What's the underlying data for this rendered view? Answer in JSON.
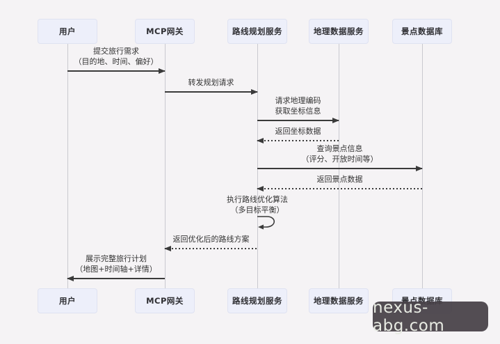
{
  "diagram": {
    "type": "sequence-diagram",
    "actors": [
      {
        "label": "用户"
      },
      {
        "label": "MCP网关"
      },
      {
        "label": "路线规划服务"
      },
      {
        "label": "地理数据服务"
      },
      {
        "label": "景点数据库"
      }
    ],
    "messages": [
      {
        "lines": [
          "提交旅行需求",
          "（目的地、时间、偏好）"
        ],
        "from": "用户",
        "to": "MCP网关",
        "style": "solid",
        "direction": "right"
      },
      {
        "lines": [
          "转发规划请求"
        ],
        "from": "MCP网关",
        "to": "路线规划服务",
        "style": "solid",
        "direction": "right"
      },
      {
        "lines": [
          "请求地理编码",
          "获取坐标信息"
        ],
        "from": "路线规划服务",
        "to": "地理数据服务",
        "style": "solid",
        "direction": "right"
      },
      {
        "lines": [
          "返回坐标数据"
        ],
        "from": "地理数据服务",
        "to": "路线规划服务",
        "style": "dashed",
        "direction": "left"
      },
      {
        "lines": [
          "查询景点信息",
          "（评分、开放时间等）"
        ],
        "from": "路线规划服务",
        "to": "景点数据库",
        "style": "solid",
        "direction": "right"
      },
      {
        "lines": [
          "返回景点数据"
        ],
        "from": "景点数据库",
        "to": "路线规划服务",
        "style": "dashed",
        "direction": "left"
      },
      {
        "lines": [
          "执行路线优化算法",
          "（多目标平衡）"
        ],
        "from": "路线规划服务",
        "to": "路线规划服务",
        "style": "self-loop",
        "direction": "self"
      },
      {
        "lines": [
          "返回优化后的路线方案"
        ],
        "from": "路线规划服务",
        "to": "MCP网关",
        "style": "dashed",
        "direction": "left"
      },
      {
        "lines": [
          "展示完整旅行计划",
          "（地图+时间轴+详情）"
        ],
        "from": "MCP网关",
        "to": "用户",
        "style": "solid",
        "direction": "left"
      }
    ]
  },
  "watermark": {
    "text": "nexus-abg.com",
    "background": "#463f46"
  },
  "colors": {
    "page_background": "#f5f3f5",
    "actor_box_fill": "#edeffa",
    "actor_box_border": "#dfe2f1",
    "arrow_line": "#3a3a3a",
    "lifeline": "#c9c9cf",
    "watermark_text": "#e8ebe3"
  }
}
